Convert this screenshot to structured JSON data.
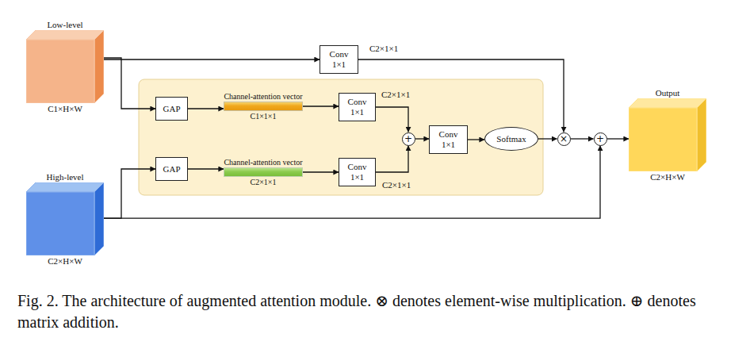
{
  "diagram": {
    "caption": "Fig. 2. The architecture of augmented attention module. ⊗ denotes element-wise multiplication. ⊕ denotes matrix addition.",
    "nodes": [
      {
        "text": [
          "Low-level",
          "C1×H×W"
        ]
      },
      {
        "text": [
          "Conv 1×1"
        ]
      },
      {
        "text": [
          "GAP"
        ]
      },
      {
        "text": [
          "Channel-attention vector",
          "C1×1×1"
        ]
      },
      {
        "text": [
          "Conv 1×1"
        ]
      },
      {
        "text": [
          "+"
        ]
      },
      {
        "text": [
          "Conv 1×1"
        ]
      },
      {
        "text": [
          "Softmax"
        ]
      },
      {
        "text": [
          "×"
        ]
      },
      {
        "text": [
          "+"
        ]
      },
      {
        "text": [
          "Output",
          "C2×H×W"
        ]
      },
      {
        "text": [
          "High-level",
          "C2×H×W"
        ]
      },
      {
        "text": [
          "GAP"
        ]
      },
      {
        "text": [
          "Channel-attention vector",
          "C2×1×1"
        ]
      },
      {
        "text": [
          "Conv 1×1"
        ]
      }
    ],
    "edges": [
      {
        "from": 0,
        "to": 1,
        "arrow": "to"
      },
      {
        "from": 0,
        "to": 2,
        "arrow": "to"
      },
      {
        "from": 2,
        "to": 3,
        "arrow": "to"
      },
      {
        "from": 3,
        "to": 4,
        "arrow": "to"
      },
      {
        "from": 4,
        "to": 5,
        "arrow": "to"
      },
      {
        "from": 14,
        "to": 5,
        "arrow": "to"
      },
      {
        "from": 5,
        "to": 6,
        "arrow": "to"
      },
      {
        "from": 6,
        "to": 7,
        "arrow": "to"
      },
      {
        "from": 7,
        "to": 8,
        "arrow": "to"
      },
      {
        "from": 1,
        "to": 8,
        "arrow": "to"
      },
      {
        "from": 8,
        "to": 9,
        "arrow": "to"
      },
      {
        "from": 11,
        "to": 9,
        "arrow": "to"
      },
      {
        "from": 9,
        "to": 10,
        "arrow": "to"
      },
      {
        "from": 11,
        "to": 12,
        "arrow": "to"
      },
      {
        "from": 12,
        "to": 13,
        "arrow": "to"
      },
      {
        "from": 13,
        "to": 14,
        "arrow": "to"
      }
    ],
    "labels": [
      "C2×1×1",
      "C2×1×1",
      "C2×1×1"
    ]
  }
}
